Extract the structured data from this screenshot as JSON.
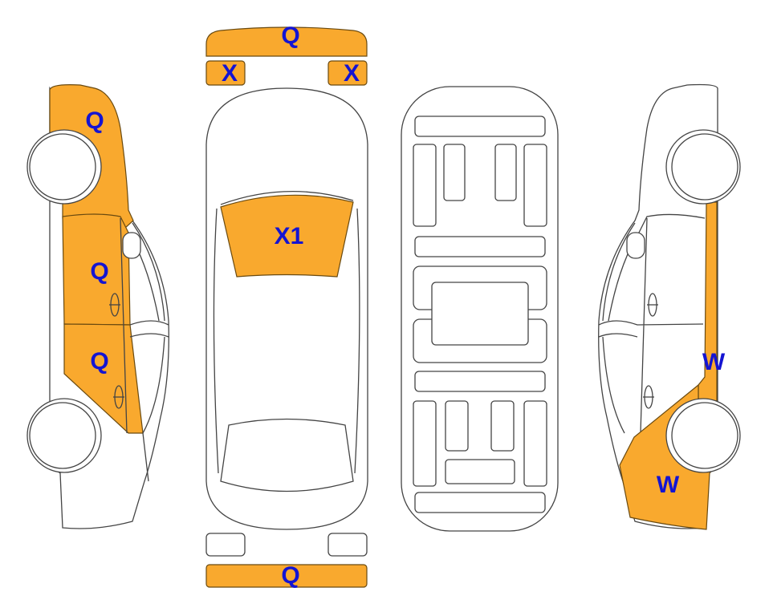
{
  "colors": {
    "damage_fill": "#F9A92E",
    "label": "#1414D2",
    "outline": "#444444"
  },
  "left_side_view": {
    "labels": [
      "Q",
      "Q",
      "Q"
    ]
  },
  "top_view": {
    "front_bumper_label": "Q",
    "left_headlight_label": "X",
    "right_headlight_label": "X",
    "windshield_label": "X1",
    "rear_bumper_label": "Q"
  },
  "right_side_view": {
    "labels": [
      "W",
      "W"
    ]
  }
}
